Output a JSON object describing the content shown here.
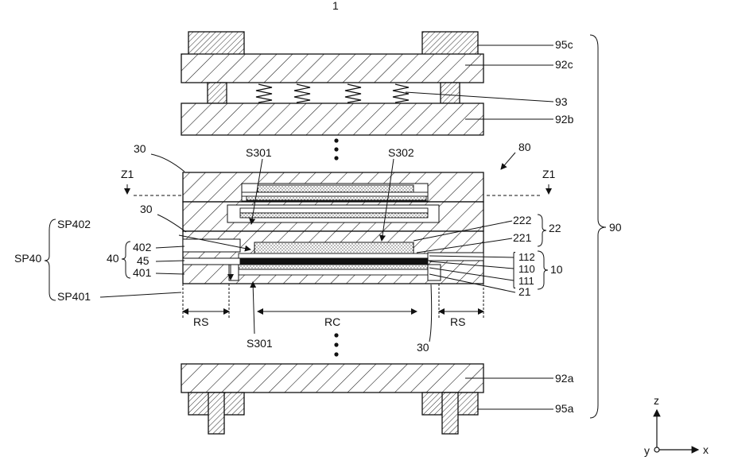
{
  "figure_number": "1",
  "labels": {
    "l95c": "95c",
    "l92c": "92c",
    "l93": "93",
    "l92b": "92b",
    "l80": "80",
    "l30a": "30",
    "l30b": "30",
    "l30c": "30",
    "s301a": "S301",
    "s301b": "S301",
    "s302": "S302",
    "z1l": "Z1",
    "z1r": "Z1",
    "sp402": "SP402",
    "sp40": "SP40",
    "sp401": "SP401",
    "l402": "402",
    "l40": "40",
    "l45": "45",
    "l401": "401",
    "l222": "222",
    "l22": "22",
    "l221": "221",
    "l112": "112",
    "l110": "110",
    "l10": "10",
    "l111": "111",
    "l21": "21",
    "l90": "90",
    "rs1": "RS",
    "rc": "RC",
    "rs2": "RS",
    "l92a": "92a",
    "l95a": "95a",
    "ax_z": "z",
    "ax_x": "x",
    "ax_y": "y"
  },
  "colors": {
    "ink": "#111111",
    "paper": "#ffffff"
  },
  "icons": {
    "axis-arrows": "z-x-y coordinate axes"
  }
}
